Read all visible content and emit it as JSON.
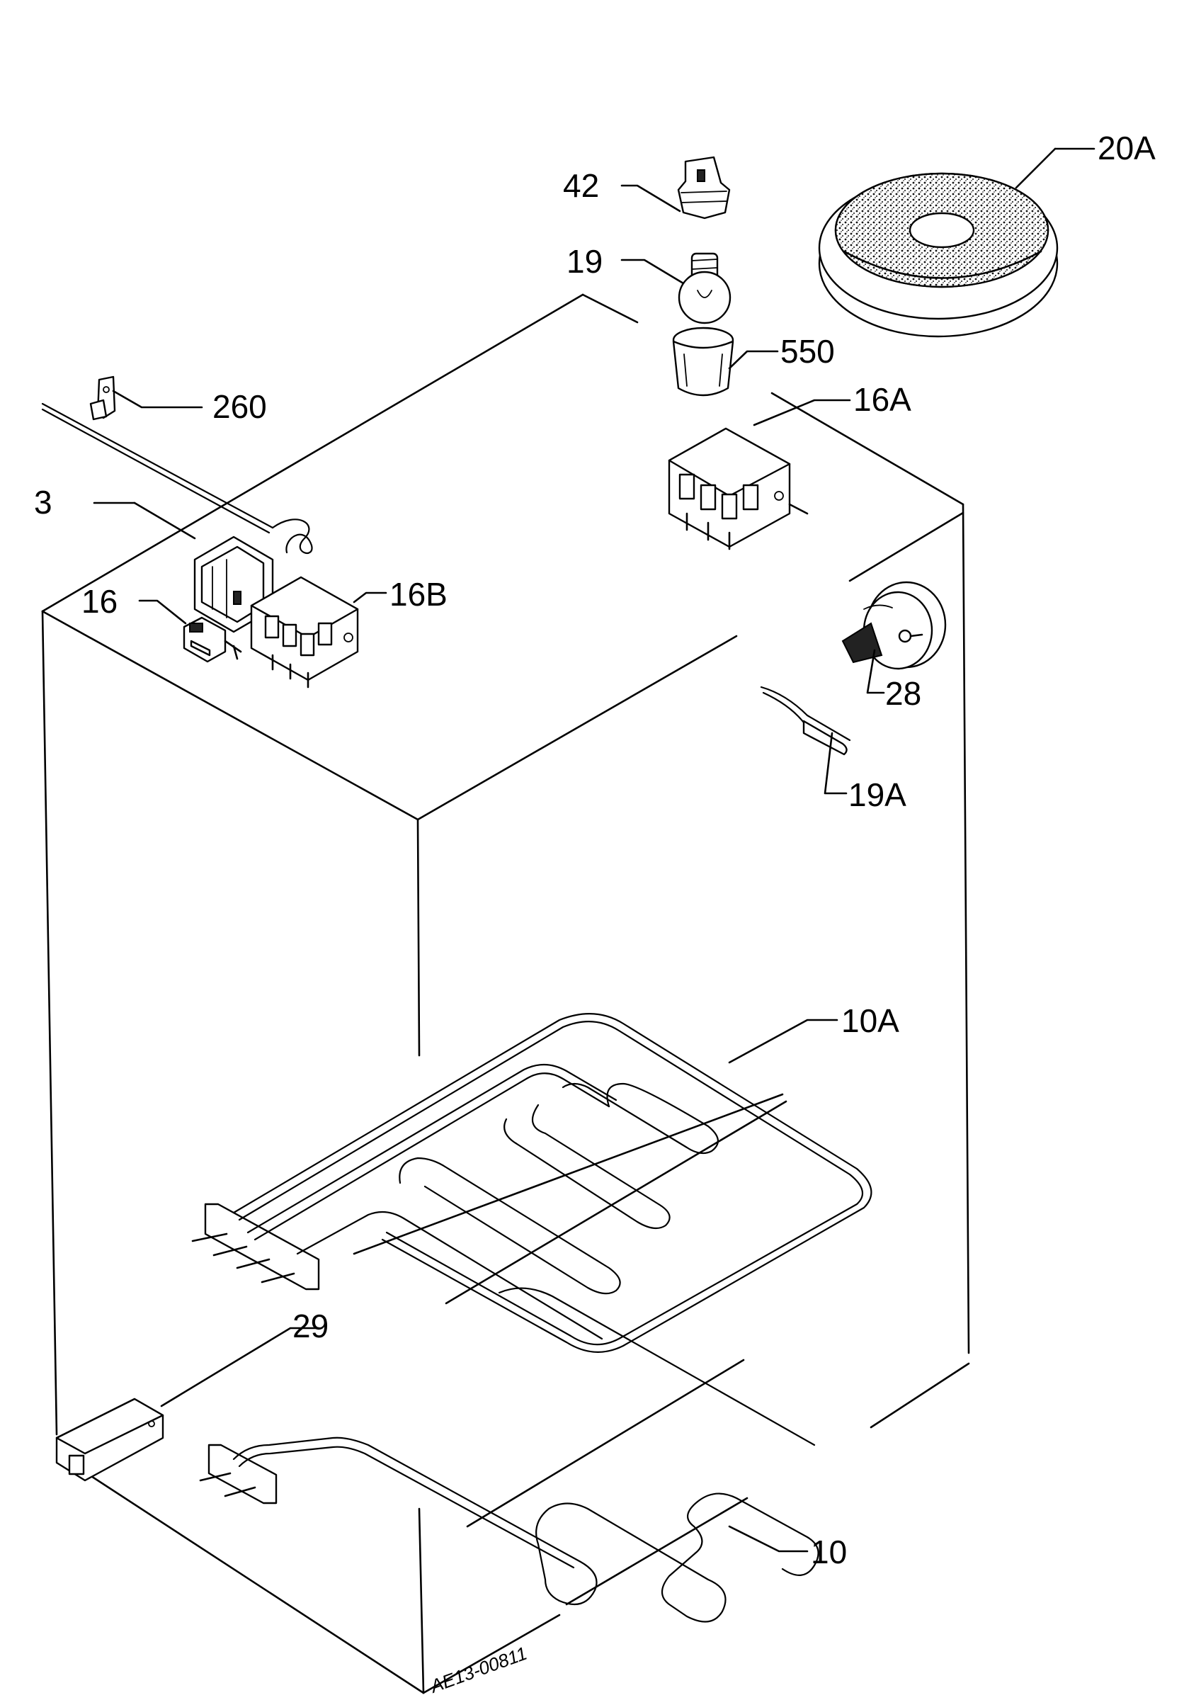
{
  "labels": {
    "p20A": "20A",
    "p42": "42",
    "p19": "19",
    "p550": "550",
    "p260": "260",
    "p16A": "16A",
    "p3": "3",
    "p16": "16",
    "p16B": "16B",
    "p28": "28",
    "p19A": "19A",
    "p10A": "10A",
    "p29": "29",
    "p10": "10"
  },
  "drawing_code": "AE13-00811"
}
